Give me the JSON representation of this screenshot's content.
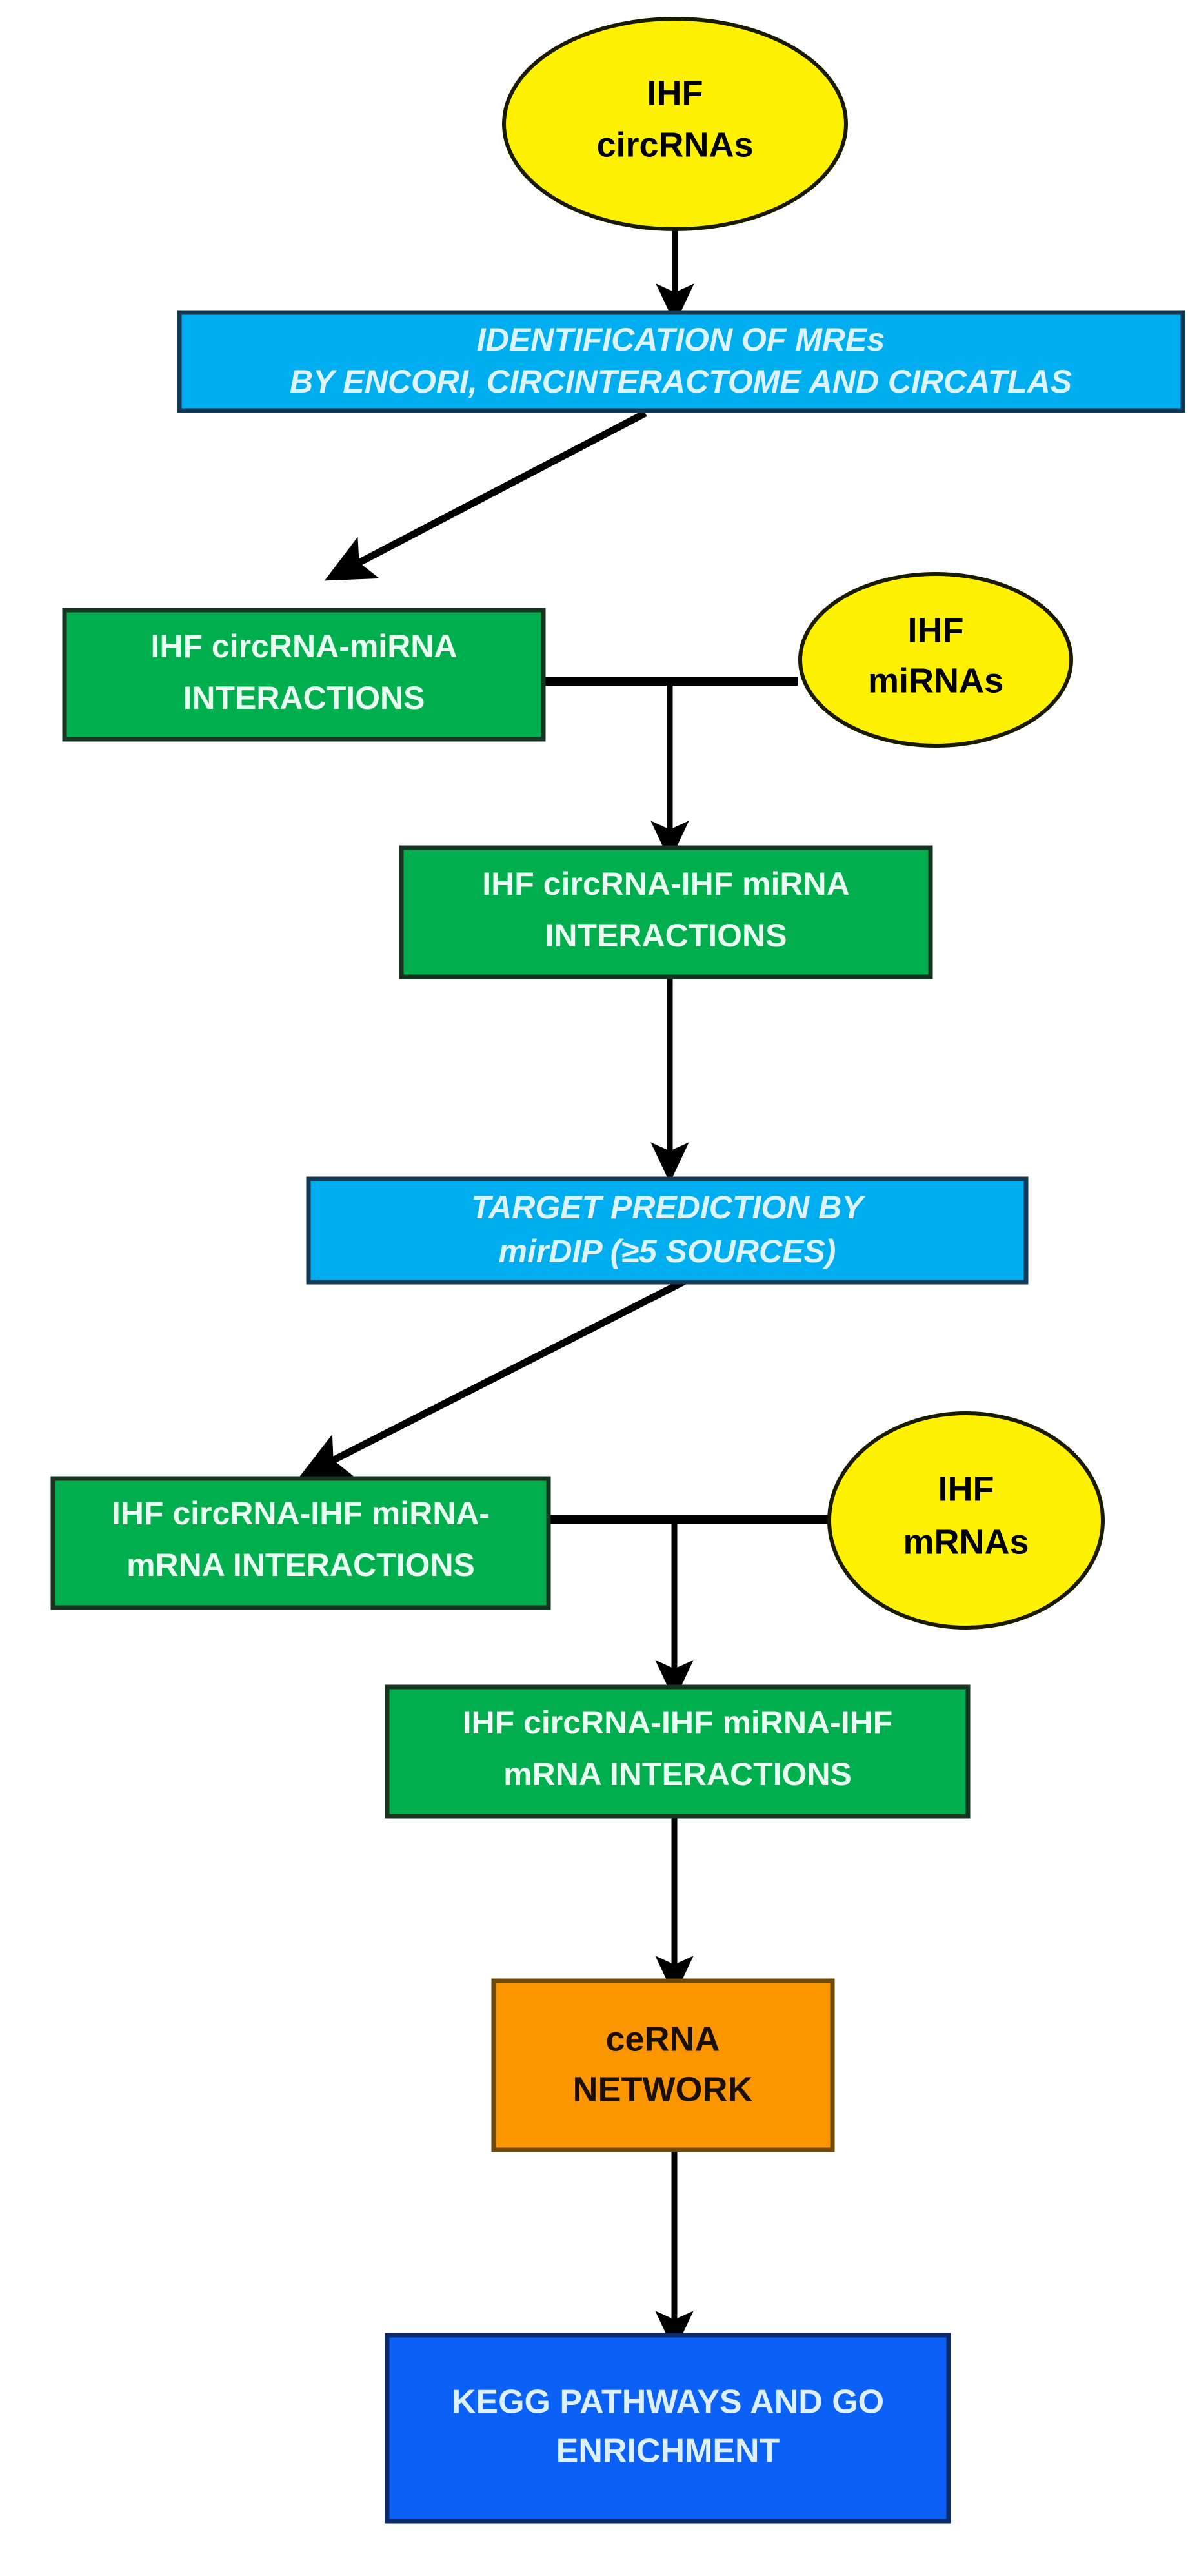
{
  "diagram": {
    "title": "ceRNA network construction workflow",
    "background_color": "#ffffff",
    "nodes": {
      "ihf_circrnas": {
        "label_line1": "IHF",
        "label_line2": "circRNAs",
        "shape": "ellipse",
        "fill": "#FFF200",
        "stroke": "#1a1a00",
        "text_color": "#000000"
      },
      "identification_mres": {
        "label_line1": "IDENTIFICATION OF  MREs",
        "label_line2": "BY ENCORI, CIRCINTERACTOME AND CIRCATLAS",
        "shape": "rect",
        "fill": "#00AEEF",
        "stroke": "#123a56",
        "text_color": "#DDF4FF",
        "italic": true
      },
      "circrna_mirna": {
        "label_line1": "IHF circRNA-miRNA",
        "label_line2": "INTERACTIONS",
        "shape": "rect",
        "fill": "#00AE4D",
        "stroke": "#16341f",
        "text_color": "#E9FFF1"
      },
      "ihf_mirnas": {
        "label_line1": "IHF",
        "label_line2": "miRNAs",
        "shape": "ellipse",
        "fill": "#FFF200",
        "stroke": "#1a1a00",
        "text_color": "#000000"
      },
      "circrna_ihf_mirna": {
        "label_line1": "IHF circRNA-IHF miRNA",
        "label_line2": "INTERACTIONS",
        "shape": "rect",
        "fill": "#00AE4D",
        "stroke": "#16341f",
        "text_color": "#E9FFF1"
      },
      "target_prediction": {
        "label_line1": "TARGET PREDICTION BY",
        "label_line2": "mirDIP (≥5 SOURCES)",
        "shape": "rect",
        "fill": "#00AEEF",
        "stroke": "#123a56",
        "text_color": "#DDF4FF",
        "italic": true
      },
      "circrna_mirna_mrna": {
        "label_line1": "IHF circRNA-IHF miRNA-",
        "label_line2": "mRNA INTERACTIONS",
        "shape": "rect",
        "fill": "#00AE4D",
        "stroke": "#16341f",
        "text_color": "#E9FFF1"
      },
      "ihf_mrnas": {
        "label_line1": "IHF",
        "label_line2": "mRNAs",
        "shape": "ellipse",
        "fill": "#FFF200",
        "stroke": "#1a1a00",
        "text_color": "#000000"
      },
      "circrna_ihf_mirna_ihf_mrna": {
        "label_line1": "IHF circRNA-IHF miRNA-IHF",
        "label_line2": "mRNA INTERACTIONS",
        "shape": "rect",
        "fill": "#00AE4D",
        "stroke": "#16341f",
        "text_color": "#E9FFF1"
      },
      "cerna_network": {
        "label_line1": "ceRNA",
        "label_line2": "NETWORK",
        "shape": "rect",
        "fill": "#FB9500",
        "stroke": "#6b4a0a",
        "text_color": "#1a0f00"
      },
      "kegg_go": {
        "label_line1": "KEGG PATHWAYS  AND GO",
        "label_line2": "ENRICHMENT",
        "shape": "rect",
        "fill": "#0B60F5",
        "stroke": "#0a2a6b",
        "text_color": "#DDF0FF"
      }
    },
    "edges": [
      {
        "id": "e1",
        "from": "ihf_circrnas",
        "to": "identification_mres",
        "style": "straight-arrow"
      },
      {
        "id": "e2",
        "from": "identification_mres",
        "to": "circrna_mirna",
        "style": "diagonal-arrow"
      },
      {
        "id": "e3",
        "from": "ihf_mirnas",
        "to": "circrna_mirna",
        "style": "tee-connector"
      },
      {
        "id": "e4",
        "from": "tee-1",
        "to": "circrna_ihf_mirna",
        "style": "straight-arrow"
      },
      {
        "id": "e5",
        "from": "circrna_ihf_mirna",
        "to": "target_prediction",
        "style": "straight-arrow"
      },
      {
        "id": "e6",
        "from": "target_prediction",
        "to": "circrna_mirna_mrna",
        "style": "diagonal-arrow"
      },
      {
        "id": "e7",
        "from": "ihf_mrnas",
        "to": "circrna_mirna_mrna",
        "style": "tee-connector"
      },
      {
        "id": "e8",
        "from": "tee-2",
        "to": "circrna_ihf_mirna_ihf_mrna",
        "style": "straight-arrow"
      },
      {
        "id": "e9",
        "from": "circrna_ihf_mirna_ihf_mrna",
        "to": "cerna_network",
        "style": "straight-arrow"
      },
      {
        "id": "e10",
        "from": "cerna_network",
        "to": "kegg_go",
        "style": "straight-arrow"
      }
    ]
  }
}
